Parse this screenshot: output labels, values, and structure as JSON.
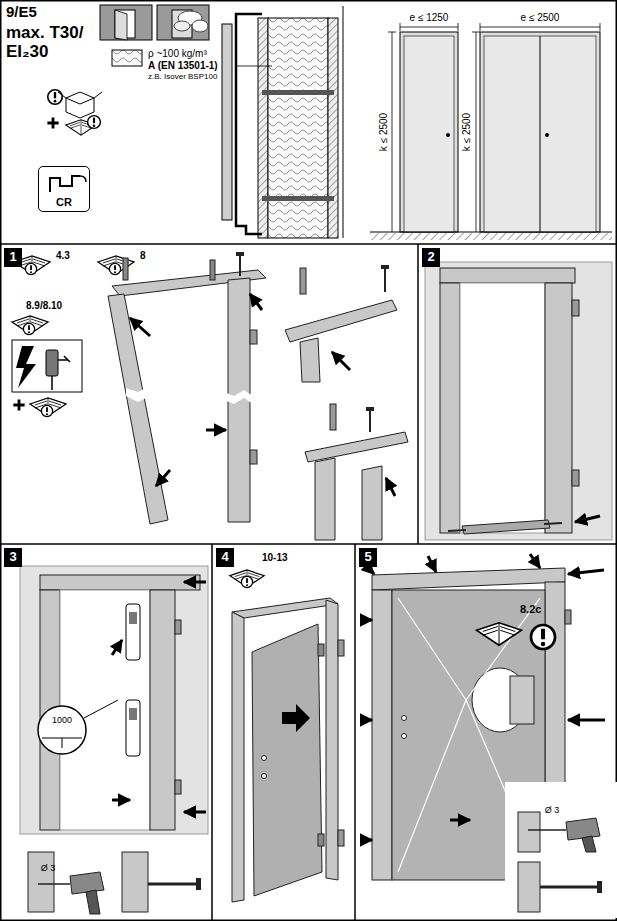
{
  "diagram": {
    "title": "max. T30/ EI₂30",
    "nodes": [
      {
        "text": [
          "CR"
        ]
      },
      {
        "text": [
          "1"
        ]
      },
      {
        "text": [
          "2"
        ]
      },
      {
        "text": [
          "3"
        ]
      },
      {
        "text": [
          "4"
        ]
      },
      {
        "text": [
          "5"
        ]
      }
    ],
    "labels": [
      "9/E5",
      "ρ ~100 kg/m³",
      "A (EN 13501-1)",
      "z.B. Isover BSP100",
      "e ≤ 1250",
      "k ≤ 2500",
      "e ≤ 2500",
      "k ≤ 2500",
      "4.3",
      "8",
      "8.9/8.10",
      "1000",
      "Ø 3",
      "10-13",
      "8.2c",
      "Ø 3"
    ]
  }
}
